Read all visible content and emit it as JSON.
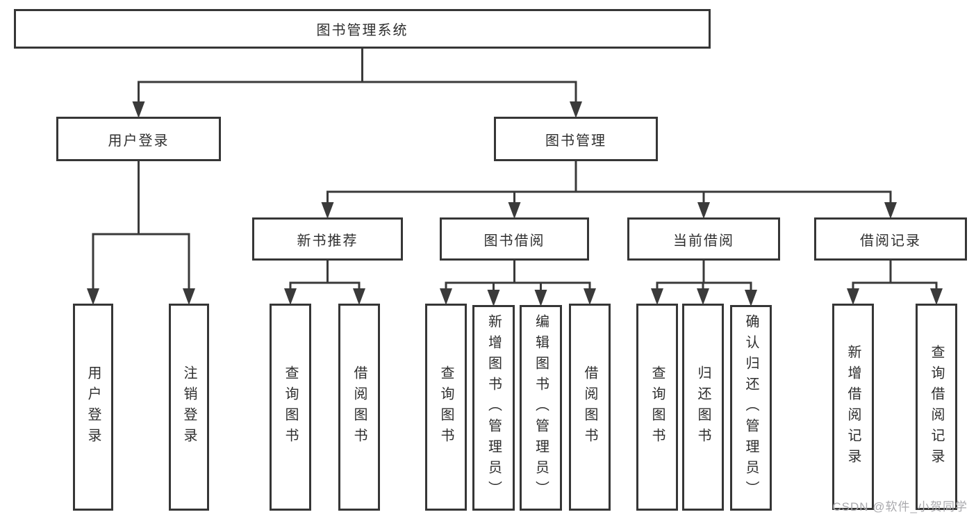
{
  "diagram_type": "hierarchy-tree",
  "watermark": "CSDN @软件_小贺同学",
  "colors": {
    "background": "#ffffff",
    "box_border": "#363636",
    "line": "#3a3a3a",
    "text": "#2e2e2e",
    "watermark": "#a9a9ad"
  },
  "nodes": [
    {
      "id": "root",
      "label": "图书管理系统",
      "orientation": "horizontal",
      "level": 1
    },
    {
      "id": "user-login",
      "label": "用户登录",
      "orientation": "horizontal",
      "level": 2
    },
    {
      "id": "book-mgmt",
      "label": "图书管理",
      "orientation": "horizontal",
      "level": 2
    },
    {
      "id": "new-book-rec",
      "label": "新书推荐",
      "orientation": "horizontal",
      "level": 3
    },
    {
      "id": "book-borrow",
      "label": "图书借阅",
      "orientation": "horizontal",
      "level": 3
    },
    {
      "id": "current-borrow",
      "label": "当前借阅",
      "orientation": "horizontal",
      "level": 3
    },
    {
      "id": "borrow-record",
      "label": "借阅记录",
      "orientation": "horizontal",
      "level": 3
    },
    {
      "id": "leaf-user-login",
      "label": "用户登录",
      "orientation": "vertical",
      "level": 4
    },
    {
      "id": "leaf-logout",
      "label": "注销登录",
      "orientation": "vertical",
      "level": 4
    },
    {
      "id": "leaf-query-book-1",
      "label": "查询图书",
      "orientation": "vertical",
      "level": 4
    },
    {
      "id": "leaf-borrow-book-1",
      "label": "借阅图书",
      "orientation": "vertical",
      "level": 4
    },
    {
      "id": "leaf-query-book-2",
      "label": "查询图书",
      "orientation": "vertical",
      "level": 4
    },
    {
      "id": "leaf-add-book",
      "label": "新增图书（管理员）",
      "orientation": "vertical",
      "level": 4
    },
    {
      "id": "leaf-edit-book",
      "label": "编辑图书（管理员）",
      "orientation": "vertical",
      "level": 4
    },
    {
      "id": "leaf-borrow-book-2",
      "label": "借阅图书",
      "orientation": "vertical",
      "level": 4
    },
    {
      "id": "leaf-query-book-3",
      "label": "查询图书",
      "orientation": "vertical",
      "level": 4
    },
    {
      "id": "leaf-return-book",
      "label": "归还图书",
      "orientation": "vertical",
      "level": 4
    },
    {
      "id": "leaf-confirm-return",
      "label": "确认归还（管理员）",
      "orientation": "vertical",
      "level": 4
    },
    {
      "id": "leaf-add-record",
      "label": "新增借阅记录",
      "orientation": "vertical",
      "level": 4
    },
    {
      "id": "leaf-query-record",
      "label": "查询借阅记录",
      "orientation": "vertical",
      "level": 4
    }
  ],
  "edges": [
    {
      "parent": "root",
      "children": [
        "user-login",
        "book-mgmt"
      ]
    },
    {
      "parent": "user-login",
      "children": [
        "leaf-user-login",
        "leaf-logout"
      ]
    },
    {
      "parent": "book-mgmt",
      "children": [
        "new-book-rec",
        "book-borrow",
        "current-borrow",
        "borrow-record"
      ]
    },
    {
      "parent": "new-book-rec",
      "children": [
        "leaf-query-book-1",
        "leaf-borrow-book-1"
      ]
    },
    {
      "parent": "book-borrow",
      "children": [
        "leaf-query-book-2",
        "leaf-add-book",
        "leaf-edit-book",
        "leaf-borrow-book-2"
      ]
    },
    {
      "parent": "current-borrow",
      "children": [
        "leaf-query-book-3",
        "leaf-return-book",
        "leaf-confirm-return"
      ]
    },
    {
      "parent": "borrow-record",
      "children": [
        "leaf-add-record",
        "leaf-query-record"
      ]
    }
  ]
}
